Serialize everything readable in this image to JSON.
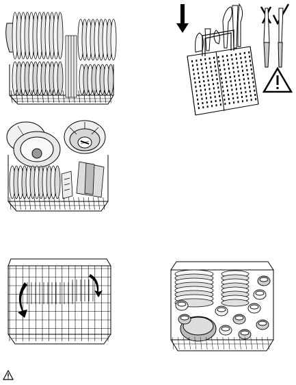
{
  "figures": [
    {
      "id": "upper-basket-plates",
      "icon": "dish-rack-plates-illustration"
    },
    {
      "id": "lower-basket-plates-and-pans",
      "icon": "dish-rack-pots-illustration"
    },
    {
      "id": "empty-basket-folding-racks",
      "icon": "dish-rack-empty-illustration"
    },
    {
      "id": "cutlery-basket-loading",
      "icon": "cutlery-basket-illustration"
    },
    {
      "id": "lower-basket-cups-and-bowls",
      "icon": "dish-rack-cups-illustration"
    }
  ],
  "symbols": {
    "down_arrow": "down-arrow-icon",
    "wrong_mark": "cross-mark-icon",
    "right_mark": "check-mark-icon",
    "caution": "warning-triangle-icon"
  },
  "colors": {
    "line": "#000000",
    "fill_light": "#eeeeee",
    "fill_mid": "#bdbdbd",
    "fill_dark": "#8a8a8a"
  }
}
